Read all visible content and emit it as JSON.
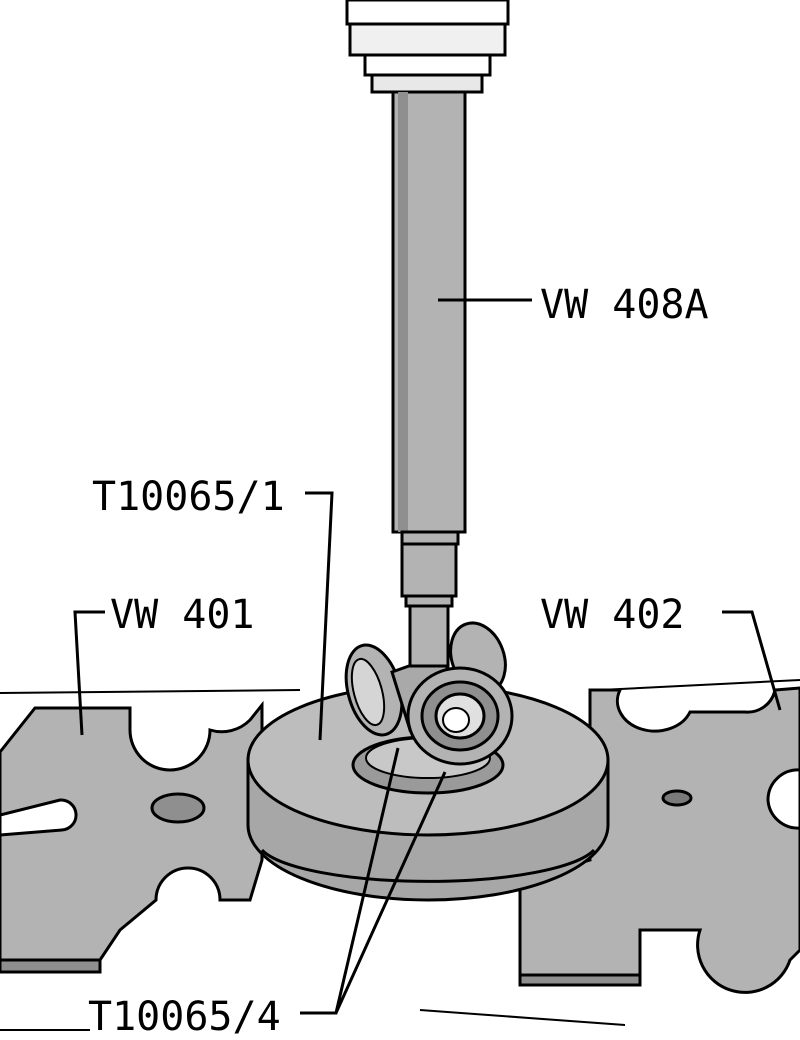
{
  "labels": {
    "press_tool": "VW 408A",
    "thrust_piece": "T10065/1",
    "left_plate": "VW 401",
    "right_plate": "VW 402",
    "sleeves": "T10065/4"
  },
  "colors": {
    "line": "#000000",
    "metal": "#b3b3b3",
    "metal_light": "#c8c8c8",
    "metal_dark": "#8f8f8f",
    "background": "#ffffff"
  }
}
